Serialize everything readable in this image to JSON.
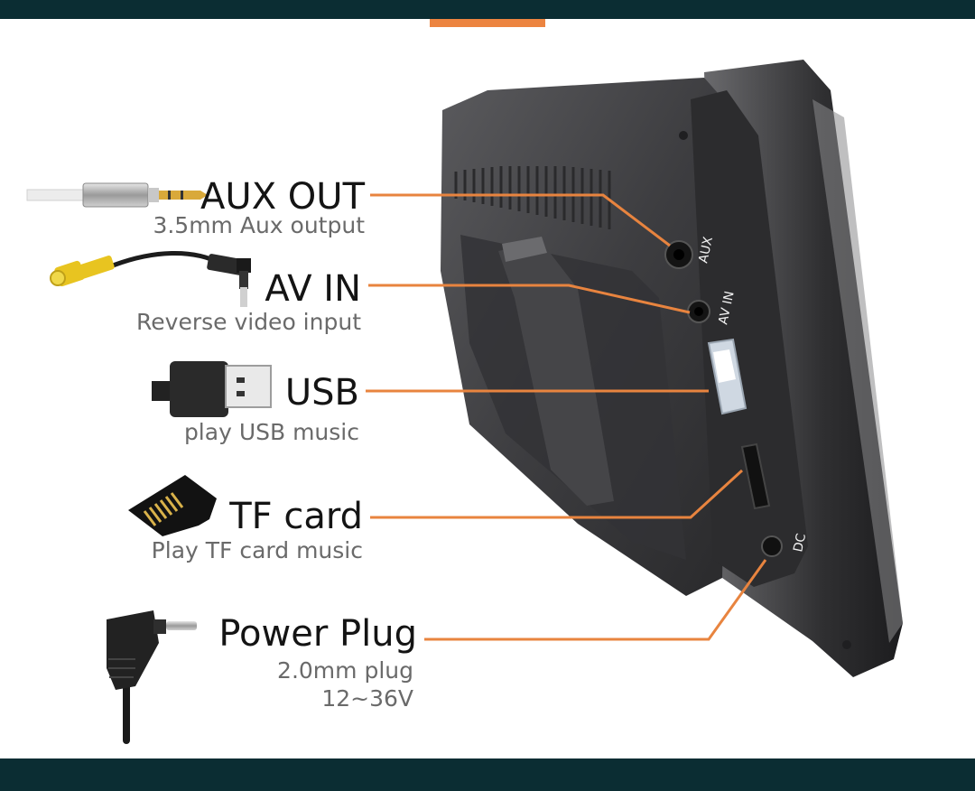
{
  "theme": {
    "band_color": "#0b2d33",
    "accent": "#ec8440",
    "device_color": "#3a3a3c",
    "callout_line": "#e8843f"
  },
  "ports": [
    {
      "title": "AUX OUT",
      "desc": "3.5mm Aux output",
      "icon": "3.5mm-audio-jack-icon"
    },
    {
      "title": "AV IN",
      "desc": "Reverse video input",
      "icon": "rca-cable-icon"
    },
    {
      "title": "USB",
      "desc": "play USB music",
      "icon": "usb-cable-icon"
    },
    {
      "title": "TF card",
      "desc": "Play TF card music",
      "icon": "tf-card-icon"
    },
    {
      "title": "Power Plug",
      "desc": "2.0mm plug",
      "desc2": "12~36V",
      "icon": "power-plug-icon"
    }
  ],
  "device_labels": {
    "aux": "AUX",
    "av_in": "AV IN",
    "dc": "DC"
  }
}
